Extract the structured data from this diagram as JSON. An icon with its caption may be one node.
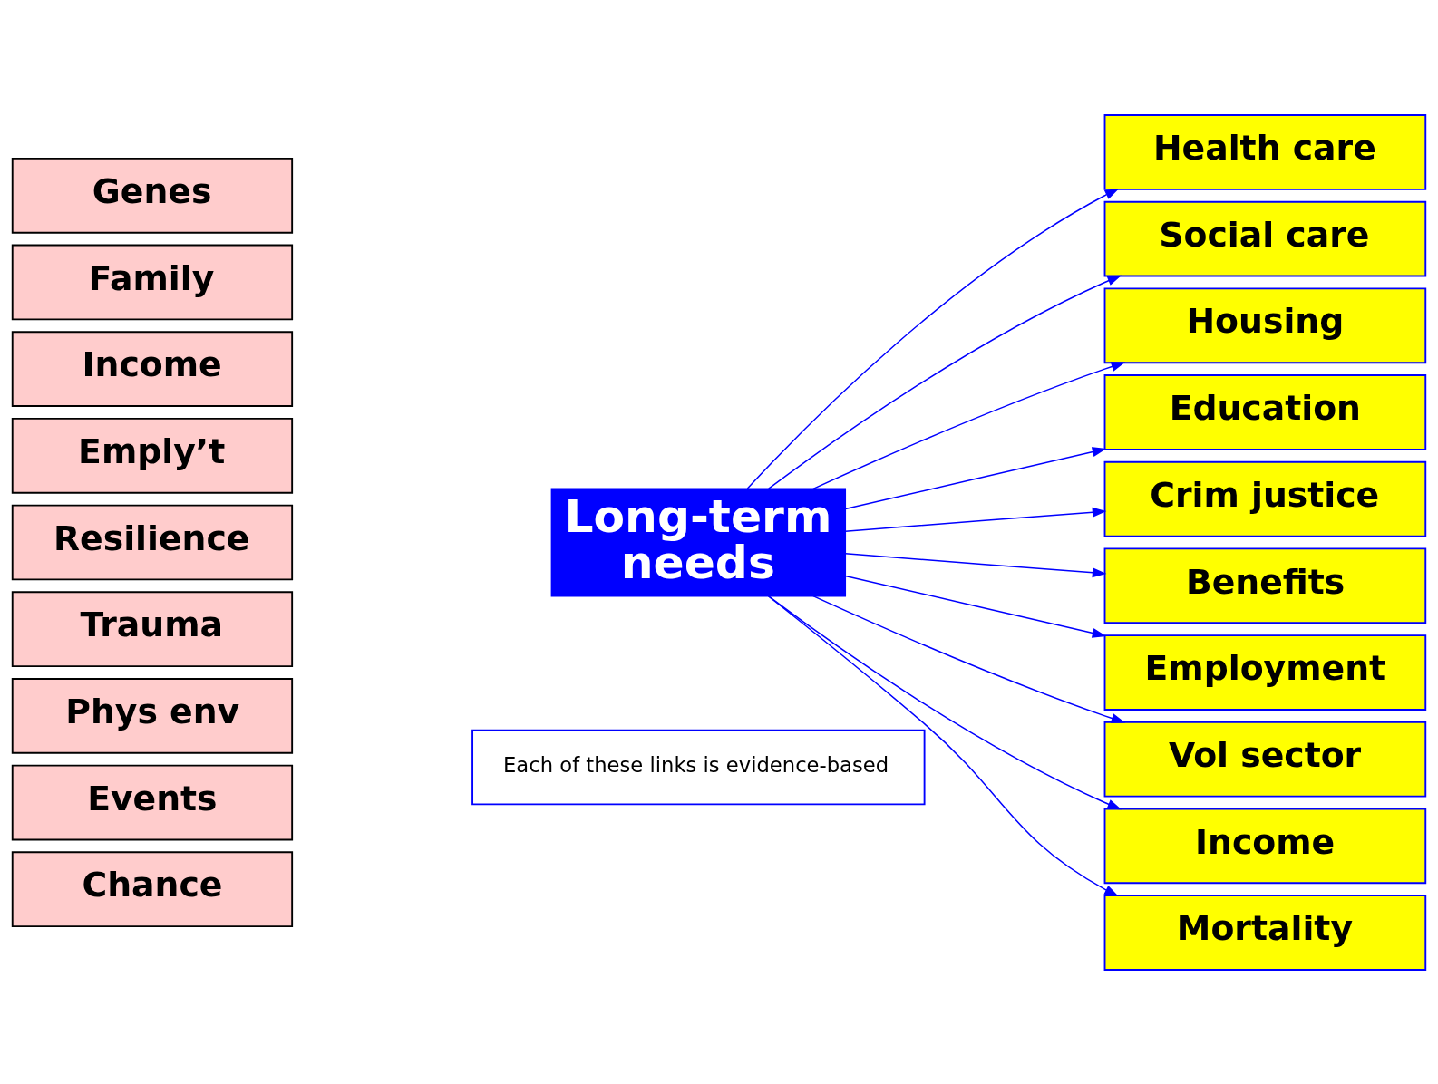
{
  "diagram": {
    "nodes": [
      {
        "text": [
          "Genes"
        ]
      },
      {
        "text": [
          "Family"
        ]
      },
      {
        "text": [
          "Income"
        ]
      },
      {
        "text": [
          "Emply’t"
        ]
      },
      {
        "text": [
          "Resilience"
        ]
      },
      {
        "text": [
          "Trauma"
        ]
      },
      {
        "text": [
          "Phys env"
        ]
      },
      {
        "text": [
          "Events"
        ]
      },
      {
        "text": [
          "Chance"
        ]
      },
      {
        "text": [
          "Long-term needs"
        ]
      },
      {
        "text": [
          "Health care"
        ]
      },
      {
        "text": [
          "Social care"
        ]
      },
      {
        "text": [
          "Housing"
        ]
      },
      {
        "text": [
          "Education"
        ]
      },
      {
        "text": [
          "Crim justice"
        ]
      },
      {
        "text": [
          "Benefits"
        ]
      },
      {
        "text": [
          "Employment"
        ]
      },
      {
        "text": [
          "Vol sector"
        ]
      },
      {
        "text": [
          "Income"
        ]
      },
      {
        "text": [
          "Mortality"
        ]
      },
      {
        "text": [
          "Each of these links is evidence-based"
        ]
      }
    ],
    "edges": [
      {
        "from": 9,
        "to": 10,
        "arrow": "to"
      },
      {
        "from": 9,
        "to": 11,
        "arrow": "to"
      },
      {
        "from": 9,
        "to": 12,
        "arrow": "to"
      },
      {
        "from": 9,
        "to": 13,
        "arrow": "to"
      },
      {
        "from": 9,
        "to": 14,
        "arrow": "to"
      },
      {
        "from": 9,
        "to": 15,
        "arrow": "to"
      },
      {
        "from": 9,
        "to": 16,
        "arrow": "to"
      },
      {
        "from": 9,
        "to": 17,
        "arrow": "to"
      },
      {
        "from": 9,
        "to": 18,
        "arrow": "to"
      },
      {
        "from": 9,
        "to": 19,
        "arrow": "to"
      }
    ]
  }
}
